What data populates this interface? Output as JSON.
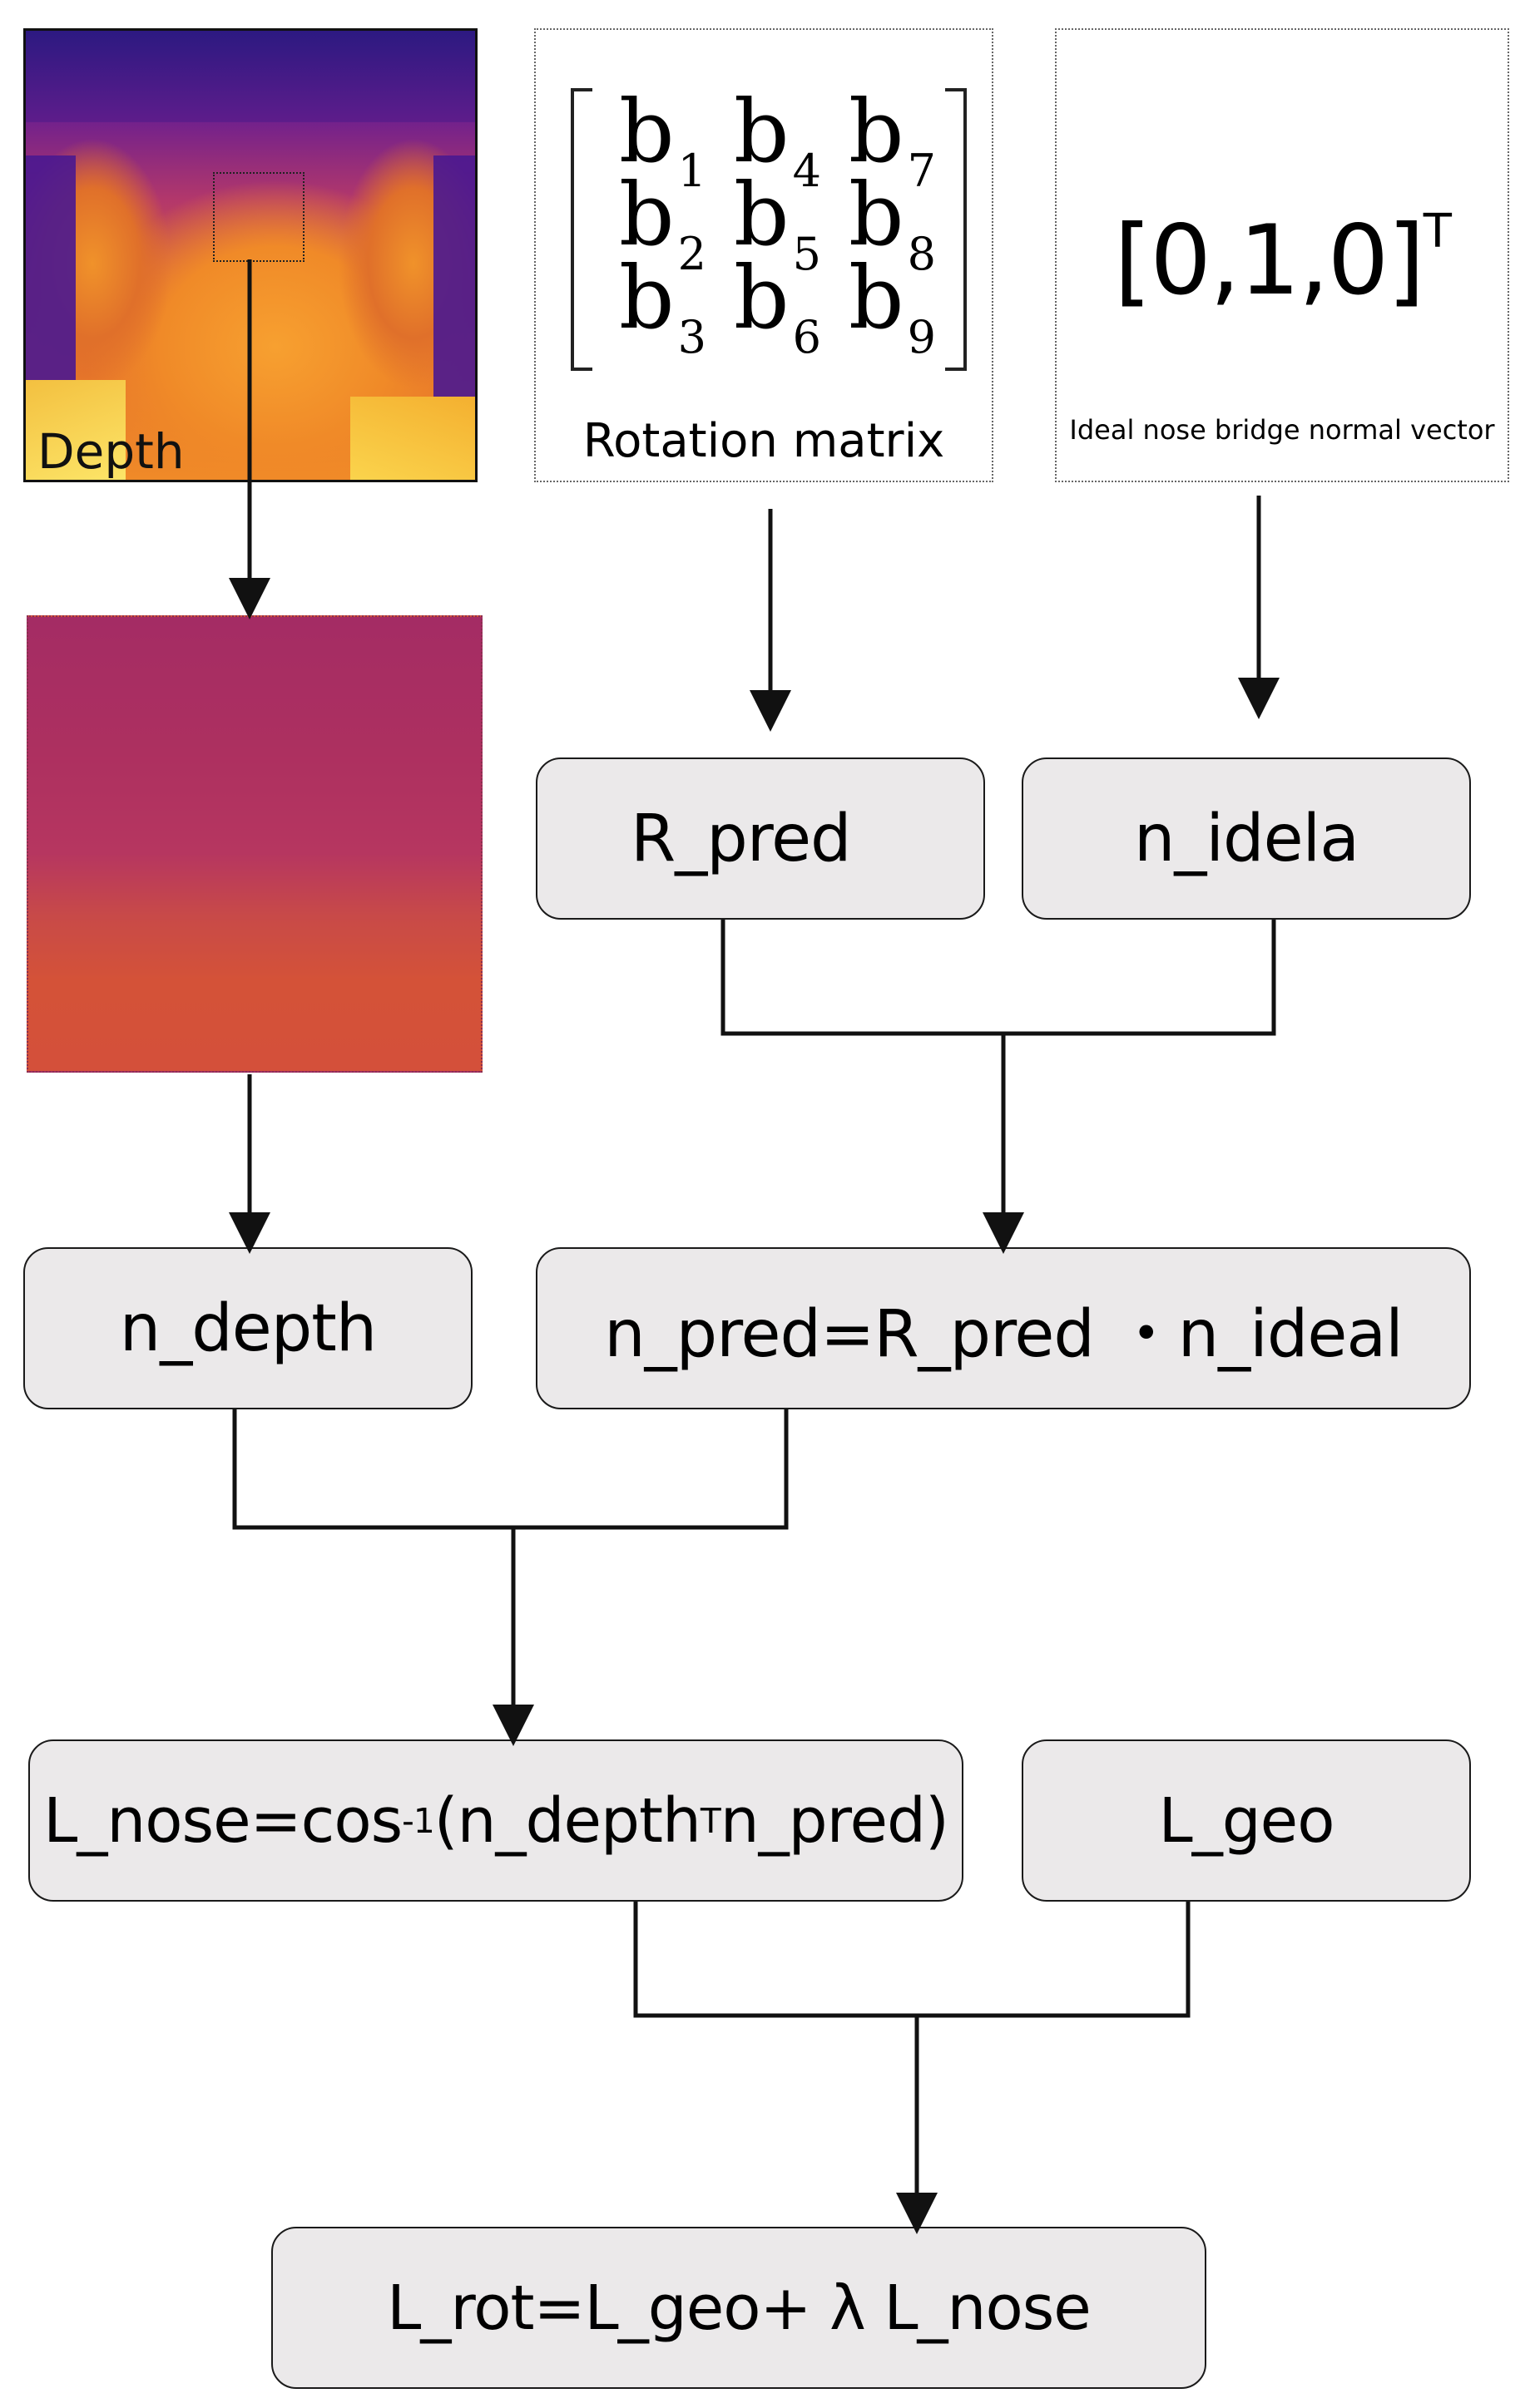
{
  "depth_image": {
    "label": "Depth"
  },
  "rotation_matrix": {
    "label": "Rotation matrix",
    "cells": [
      {
        "base": "b",
        "sub": "1"
      },
      {
        "base": "b",
        "sub": "4"
      },
      {
        "base": "b",
        "sub": "7"
      },
      {
        "base": "b",
        "sub": "2"
      },
      {
        "base": "b",
        "sub": "5"
      },
      {
        "base": "b",
        "sub": "8"
      },
      {
        "base": "b",
        "sub": "3"
      },
      {
        "base": "b",
        "sub": "6"
      },
      {
        "base": "b",
        "sub": "9"
      }
    ]
  },
  "ideal_vector": {
    "value": "[0,1,0]",
    "superscript": "T",
    "label": "Ideal nose bridge normal vector"
  },
  "nodes": {
    "r_pred": "R_pred",
    "n_idela": "n_idela",
    "n_depth": "n_depth",
    "n_pred": "n_pred=R_pred ・n_ideal",
    "l_nose_prefix": "L_nose=cos",
    "l_nose_sup1": "-1",
    "l_nose_mid": "(n_depth",
    "l_nose_sup2": "T",
    "l_nose_suffix": "n_pred)",
    "l_geo": "L_geo",
    "l_rot": "L_rot=L_geo+ λ L_nose"
  },
  "colors": {
    "node_fill": "#ebe9ea",
    "node_border": "#1a1a1a",
    "depth_background": "#4a1890",
    "depth_face": "#f08a2a",
    "crop_fill_top": "#b03060",
    "crop_fill_bottom": "#d4523a"
  }
}
